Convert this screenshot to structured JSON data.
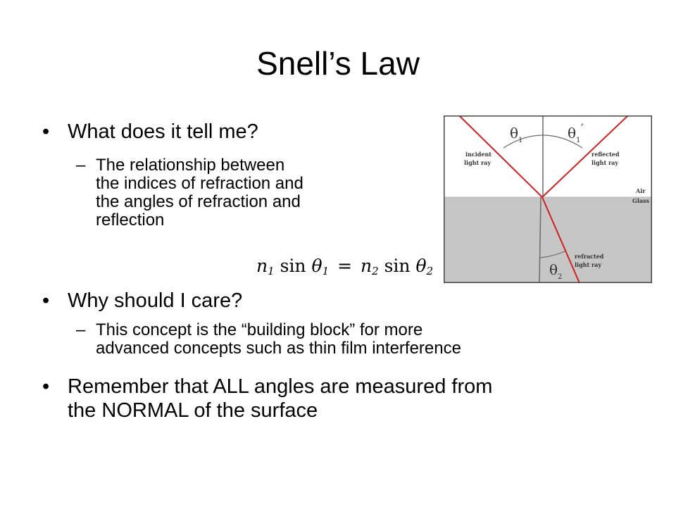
{
  "slide": {
    "title": "Snell’s Law",
    "bullets": [
      {
        "text": "What does it tell me?",
        "sub": "The relationship between the indices of refraction and the angles of refraction and reflection",
        "sub_lines": [
          "The relationship between",
          "the indices of refraction and",
          "the angles of refraction and",
          "reflection"
        ]
      },
      {
        "text": "Why should I care?",
        "sub": "This concept is the “building block” for more advanced concepts such as thin film interference",
        "sub_lines": [
          "This concept is the “building block” for more",
          "advanced concepts such as thin film interference"
        ]
      },
      {
        "text": "Remember that ALL angles are measured from the NORMAL of the surface",
        "lines": [
          "Remember that ALL angles are measured from",
          "the NORMAL of the surface"
        ]
      }
    ],
    "equation": {
      "n1": "n",
      "i1": "1",
      "sin1": "sin",
      "theta1": "θ",
      "j1": "1",
      "eq": "=",
      "n2": "n",
      "i2": "2",
      "sin2": "sin",
      "theta2": "θ",
      "j2": "2"
    }
  },
  "diagram": {
    "labels": {
      "theta1": "θ",
      "theta1_sub": "1",
      "theta1p": "θ",
      "theta1p_sub": "1",
      "theta1p_prime": "’",
      "theta2": "θ",
      "theta2_sub": "2",
      "incident_1": "incident",
      "incident_2": "light ray",
      "reflected_1": "reflected",
      "reflected_2": "light ray",
      "refracted_1": "refracted",
      "refracted_2": "light ray",
      "air": "Air",
      "glass": "Glass"
    },
    "colors": {
      "ray": "#d21f1f",
      "glass": "#c6c6c6",
      "air": "#ffffff",
      "normal": "#6a6a6a"
    }
  }
}
